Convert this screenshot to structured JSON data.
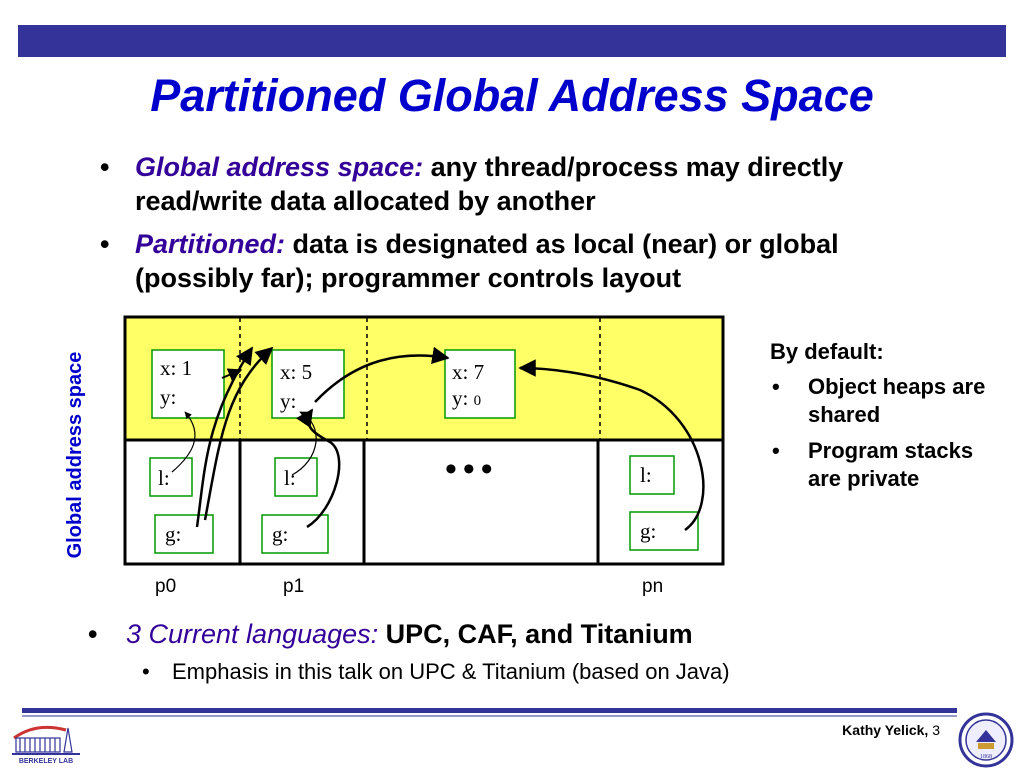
{
  "slide": {
    "title": "Partitioned Global Address Space",
    "bullets": [
      {
        "keyword": "Global address space:",
        "text": " any thread/process may directly read/write data allocated by another"
      },
      {
        "keyword": "Partitioned:",
        "text": " data is designated as local (near) or global (possibly far); programmer controls layout"
      }
    ],
    "bullet_symbol": "•",
    "bottom_bullet": {
      "keyword": "3 Current languages:",
      "text": " UPC, CAF, and Titanium"
    },
    "sub_bullet": "Emphasis in this talk on UPC & Titanium (based on Java)"
  },
  "diagram": {
    "vertical_label": "Global address space",
    "cells": {
      "p0": {
        "x": "x: 1",
        "y": "y:",
        "l": "l:",
        "g": "g:"
      },
      "p1": {
        "x": "x: 5",
        "y": "y:",
        "l": "l:",
        "g": "g:"
      },
      "p2": {
        "x": "x: 7",
        "y": "y: ",
        "y_value": "0"
      },
      "pn": {
        "l": "l:",
        "g": "g:"
      }
    },
    "ellipsis": "•••",
    "process_labels": [
      "p0",
      "p1",
      "pn"
    ],
    "colors": {
      "shared_region": "#ffff66",
      "cell_border": "#009900",
      "region_border": "#000000"
    }
  },
  "side_note": {
    "heading": "By default:",
    "items": [
      "Object heaps are shared",
      "Program stacks are private"
    ]
  },
  "footer": {
    "author": "Kathy Yelick,",
    "page_number": "3",
    "lab_logo_text": "BERKELEY LAB",
    "seal_year": "1868"
  },
  "theme": {
    "title_color": "#0000cc",
    "keyword_color": "#330099",
    "bar_color": "#333399"
  }
}
